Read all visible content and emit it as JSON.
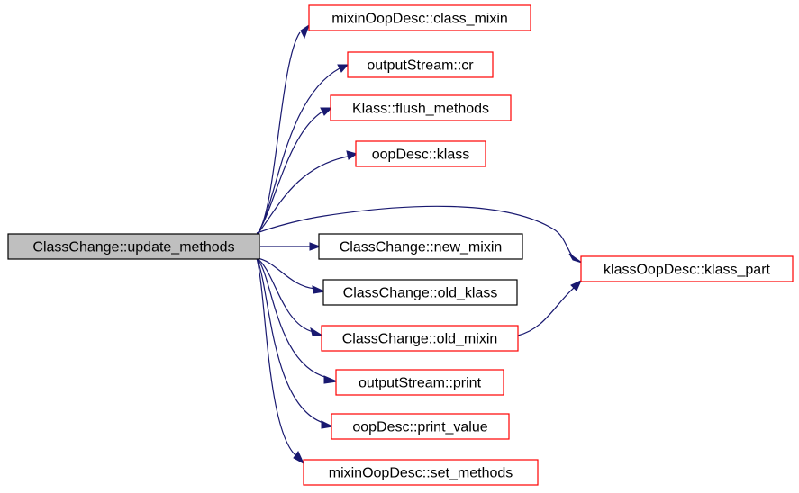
{
  "diagram": {
    "root": "ClassChange::update_methods",
    "colors": {
      "root_fill": "#bfbfbf",
      "root_border": "#000000",
      "documented_border": "#000000",
      "undocumented_border": "#ff0000",
      "edge": "#191970",
      "background": "#ffffff"
    },
    "nodes": [
      {
        "id": "update_methods",
        "label": "ClassChange::update_methods",
        "style": "root"
      },
      {
        "id": "class_mixin",
        "label": "mixinOopDesc::class_mixin",
        "style": "undocumented"
      },
      {
        "id": "cr",
        "label": "outputStream::cr",
        "style": "undocumented"
      },
      {
        "id": "flush_methods",
        "label": "Klass::flush_methods",
        "style": "undocumented"
      },
      {
        "id": "klass",
        "label": "oopDesc::klass",
        "style": "undocumented"
      },
      {
        "id": "new_mixin",
        "label": "ClassChange::new_mixin",
        "style": "documented"
      },
      {
        "id": "old_klass",
        "label": "ClassChange::old_klass",
        "style": "documented"
      },
      {
        "id": "old_mixin",
        "label": "ClassChange::old_mixin",
        "style": "undocumented"
      },
      {
        "id": "print",
        "label": "outputStream::print",
        "style": "undocumented"
      },
      {
        "id": "print_value",
        "label": "oopDesc::print_value",
        "style": "undocumented"
      },
      {
        "id": "set_methods",
        "label": "mixinOopDesc::set_methods",
        "style": "undocumented"
      },
      {
        "id": "klass_part",
        "label": "klassOopDesc::klass_part",
        "style": "undocumented"
      }
    ],
    "edges": [
      {
        "from": "update_methods",
        "to": "class_mixin"
      },
      {
        "from": "update_methods",
        "to": "cr"
      },
      {
        "from": "update_methods",
        "to": "flush_methods"
      },
      {
        "from": "update_methods",
        "to": "klass"
      },
      {
        "from": "update_methods",
        "to": "klass_part"
      },
      {
        "from": "update_methods",
        "to": "new_mixin"
      },
      {
        "from": "update_methods",
        "to": "old_klass"
      },
      {
        "from": "update_methods",
        "to": "old_mixin"
      },
      {
        "from": "update_methods",
        "to": "print"
      },
      {
        "from": "update_methods",
        "to": "print_value"
      },
      {
        "from": "update_methods",
        "to": "set_methods"
      },
      {
        "from": "old_mixin",
        "to": "klass_part"
      }
    ]
  }
}
